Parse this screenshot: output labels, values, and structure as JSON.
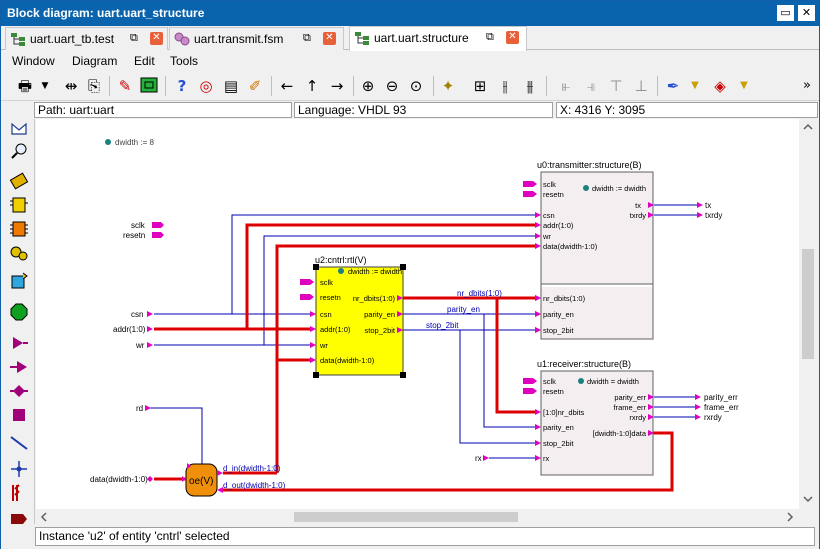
{
  "window": {
    "title": "Block diagram: uart.uart_structure",
    "minimize_glyph": "▭",
    "close_glyph": "✕"
  },
  "tabs": [
    {
      "label": "uart.uart_tb.test",
      "icon": "hierarchy-icon"
    },
    {
      "label": "uart.transmit.fsm",
      "icon": "fsm-icon"
    },
    {
      "label": "uart.uart.structure",
      "icon": "hierarchy-icon"
    }
  ],
  "menu": [
    "Window",
    "Diagram",
    "Edit",
    "Tools"
  ],
  "toolbar": {
    "overflow": "»"
  },
  "infobar": {
    "path": "Path: uart:uart",
    "language": "Language: VHDL 93",
    "coords": "X: 4316 Y: 3095"
  },
  "status": "Instance 'u2' of entity 'cntrl' selected",
  "diagram": {
    "generic_top": "dwidth := 8",
    "ports_left": [
      "sclk",
      "resetn",
      "csn",
      "addr(1:0)",
      "wr",
      "rd",
      "data(dwidth-1:0)",
      "rx"
    ],
    "ports_right": [
      "tx",
      "txrdy",
      "parity_err",
      "frame_err",
      "rxrdy"
    ],
    "u0": {
      "title": "u0:transmitter:structure(B)",
      "generic": "dwidth := dwidth",
      "in_ports": [
        "sclk",
        "resetn",
        "csn",
        "addr(1:0)",
        "wr",
        "data(dwidth-1:0)",
        "nr_dbits(1:0)",
        "parity_en",
        "stop_2bit"
      ],
      "out_ports": [
        "tx",
        "txrdy"
      ]
    },
    "u2": {
      "title": "u2:cntrl:rtl(V)",
      "generic": "dwidth := dwidth",
      "in_ports": [
        "sclk",
        "resetn",
        "csn",
        "addr(1:0)",
        "wr",
        "data(dwidth-1:0)"
      ],
      "out_ports": [
        "nr_dbits(1:0)",
        "parity_en",
        "stop_2bit"
      ]
    },
    "u1": {
      "title": "u1:receiver:structure(B)",
      "generic": "dwidth = dwidth",
      "in_ports": [
        "sclk",
        "resetn",
        "[1:0]nr_dbits",
        "parity_en",
        "stop_2bit",
        "rx"
      ],
      "out_ports": [
        "parity_err",
        "frame_err",
        "rxrdy",
        "[dwidth-1:0]data"
      ]
    },
    "oe": {
      "label": "oe(V)"
    },
    "nets": [
      "nr_dbits(1:0)",
      "parity_en",
      "stop_2bit",
      "d_in(dwidth-1:0)",
      "d_out(dwidth-1:0)"
    ]
  },
  "colors": {
    "titlebar": "#0a64ad",
    "bus": "#dd0000",
    "signal": "#0000b0",
    "port": "#e000c0",
    "selected_block": "#ffff00",
    "block_border": "#606060"
  }
}
